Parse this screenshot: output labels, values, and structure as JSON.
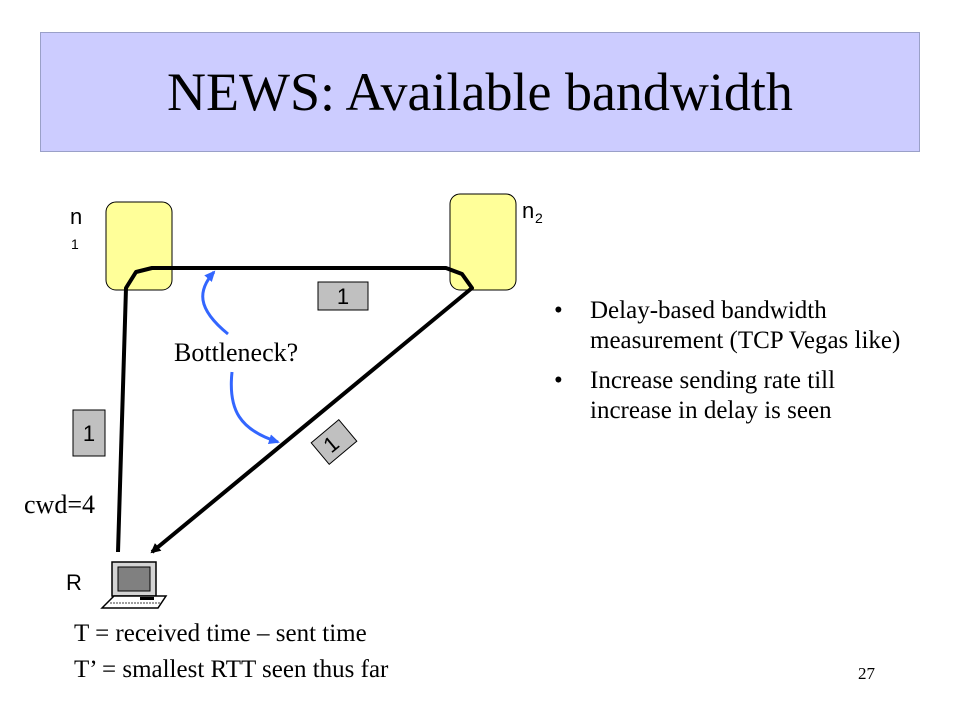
{
  "slide": {
    "title": "NEWS: Available bandwidth",
    "page_number": "27"
  },
  "diagram": {
    "node1": {
      "label": "n",
      "subscript": "1"
    },
    "node2": {
      "label": "n",
      "subscript": "2"
    },
    "receiver": {
      "label": "R"
    },
    "packets": [
      "1",
      "1",
      "1"
    ],
    "bottleneck_label": "Bottleneck?",
    "cwd_label": "cwd=4"
  },
  "bullets": [
    "Delay-based bandwidth measurement (TCP Vegas like)",
    "Increase sending rate till increase in delay is seen"
  ],
  "formulas": [
    "T = received time – sent time",
    "T’ = smallest RTT seen thus far"
  ],
  "colors": {
    "title_bg": "#ccccff",
    "node_fill": "#ffff99",
    "packet_fill": "#c0c0c0",
    "arrow_blue": "#3366ff"
  }
}
